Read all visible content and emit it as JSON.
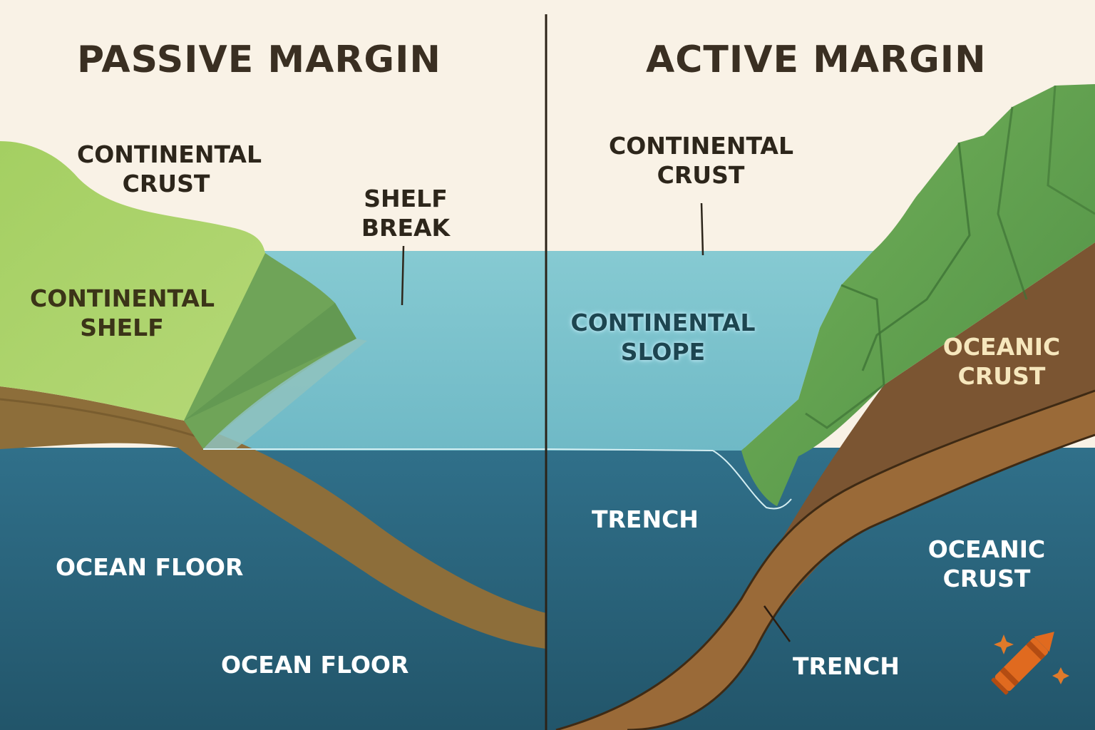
{
  "titles": {
    "passive": "PASSIVE MARGIN",
    "active": "ACTIVE MARGIN"
  },
  "passive": {
    "continental_crust": [
      "CONTINENTAL",
      "CRUST"
    ],
    "continental_shelf": [
      "CONTINENTAL",
      "SHELF"
    ],
    "shelf_break": [
      "SHELF",
      "BREAK"
    ],
    "ocean_floor_1": "OCEAN FLOOR",
    "ocean_floor_2": "OCEAN FLOOR"
  },
  "active": {
    "continental_crust": [
      "CONTINENTAL",
      "CRUST"
    ],
    "continental_slope": [
      "CONTINENTAL",
      "SLOPE"
    ],
    "oceanic_crust_upper": [
      "OCEANIC",
      "CRUST"
    ],
    "trench_1": "TRENCH",
    "oceanic_crust_lower": [
      "OCEANIC",
      "CRUST"
    ],
    "trench_2": "TRENCH"
  },
  "logo": {
    "icon": "crayon-icon"
  },
  "colors": {
    "background": "#f9f2e6",
    "land_green": "#a9d067",
    "shallow_water": "#7cc4cc",
    "deep_water": "#2e6a82",
    "sediment_brown": "#8c6c3a",
    "mountain_green": "#6aa84f",
    "oceanic_crust_brown": "#7a5431",
    "logo_orange": "#e06a1f"
  }
}
